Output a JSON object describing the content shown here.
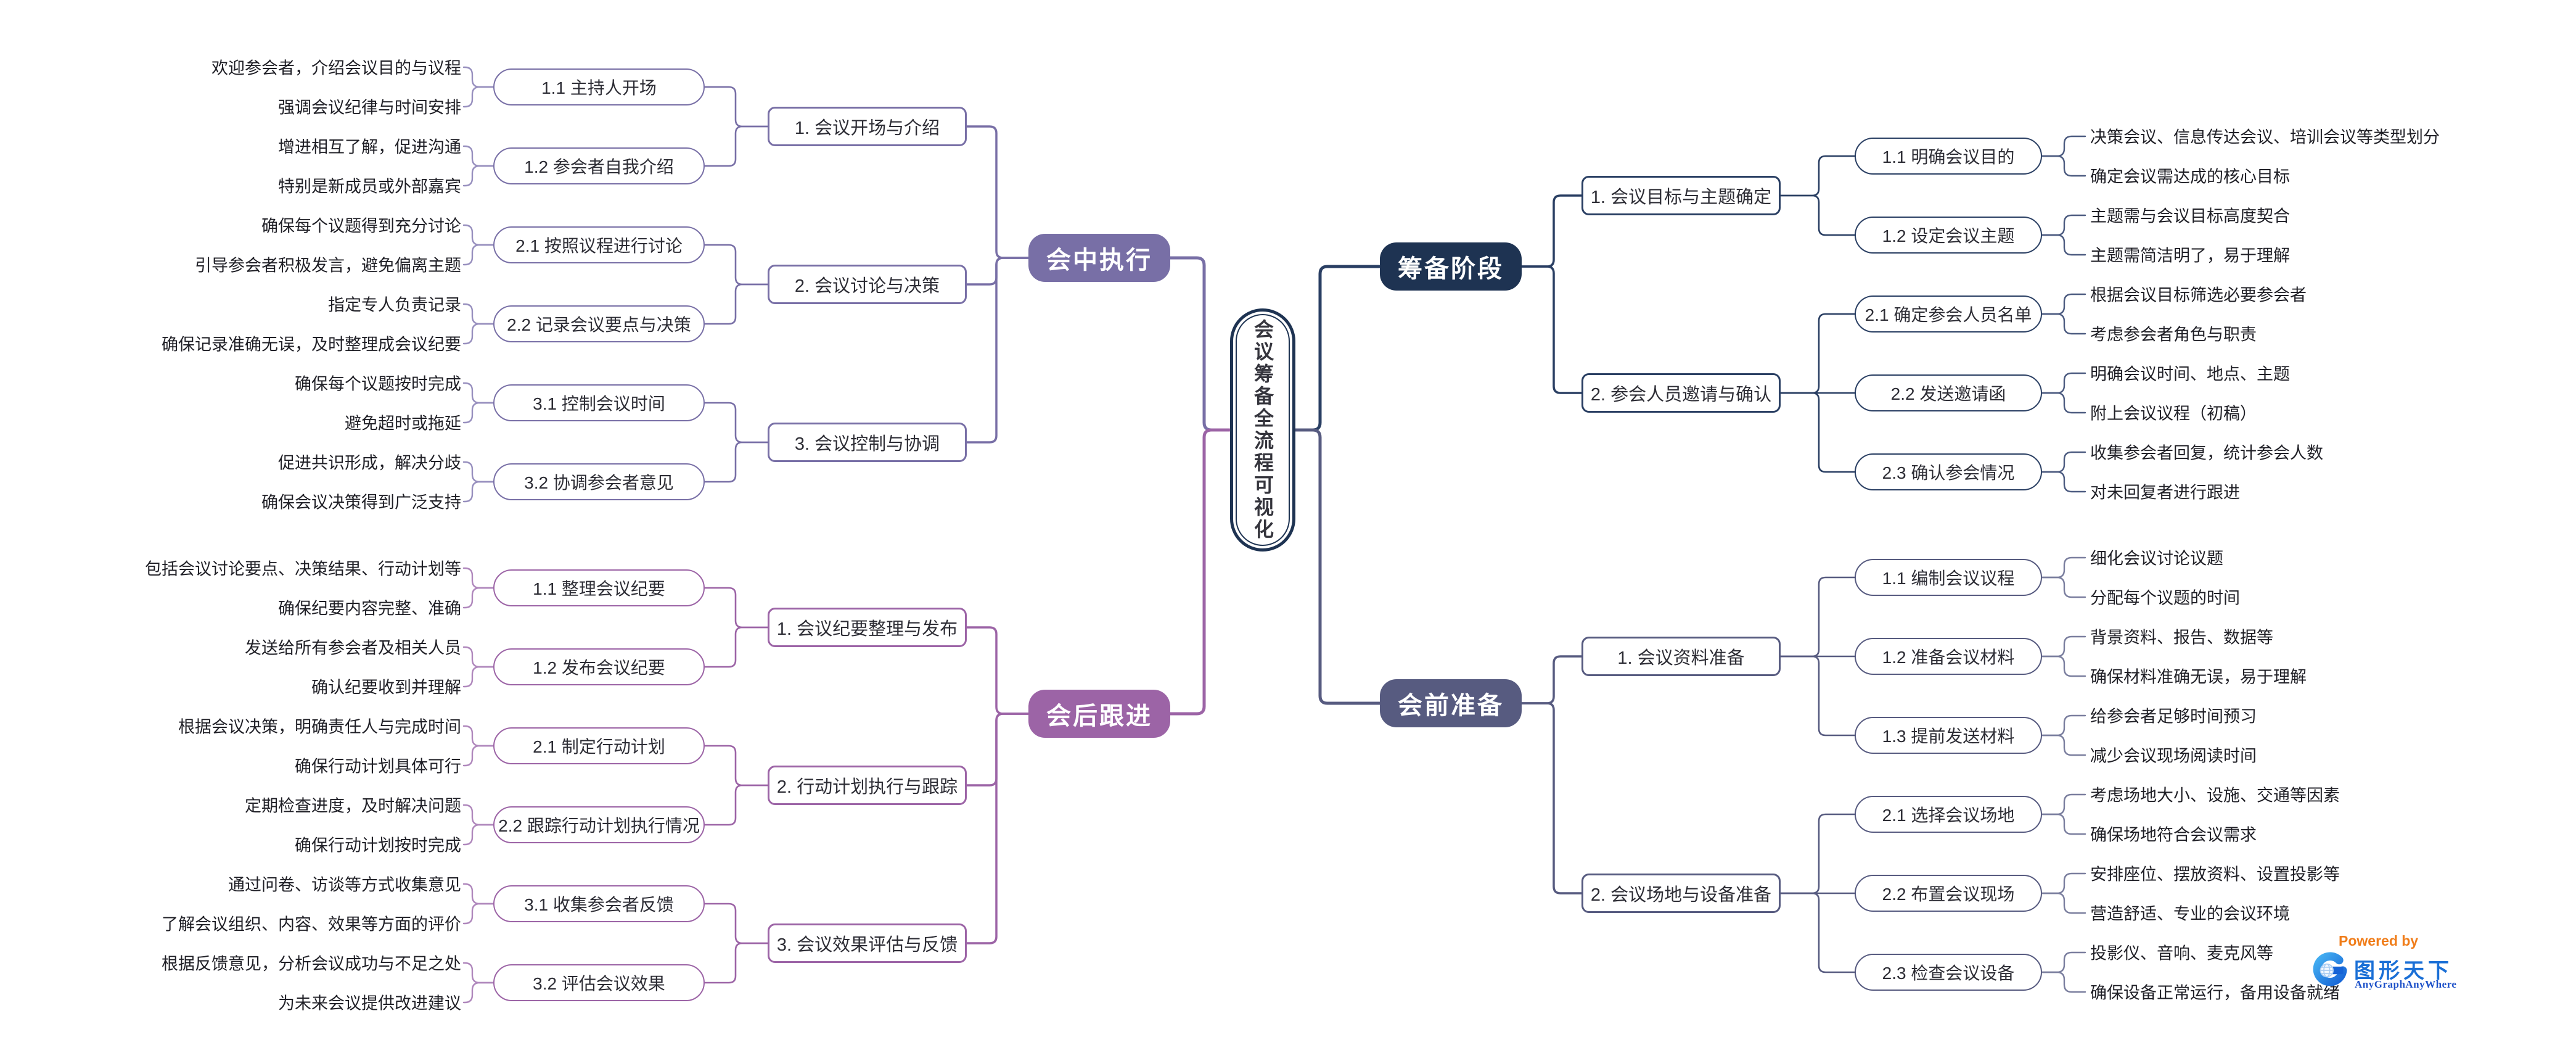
{
  "root": {
    "label": "会议筹备全流程可视化"
  },
  "branches": [
    {
      "id": "preparation-phase",
      "label": "筹备阶段",
      "side": "right",
      "colors": {
        "fill": "#1E3352",
        "line": "#2A3F63",
        "light": "#4C5B80"
      },
      "children": [
        {
          "label": "1. 会议目标与主题确定",
          "children": [
            {
              "label": "1.1 明确会议目的",
              "leaves": [
                "决策会议、信息传达会议、培训会议等类型划分",
                "确定会议需达成的核心目标"
              ]
            },
            {
              "label": "1.2 设定会议主题",
              "leaves": [
                "主题需与会议目标高度契合",
                "主题需简洁明了，易于理解"
              ]
            }
          ]
        },
        {
          "label": "2. 参会人员邀请与确认",
          "children": [
            {
              "label": "2.1 确定参会人员名单",
              "leaves": [
                "根据会议目标筛选必要参会者",
                "考虑参会者角色与职责"
              ]
            },
            {
              "label": "2.2 发送邀请函",
              "leaves": [
                "明确会议时间、地点、主题",
                "附上会议议程（初稿）"
              ]
            },
            {
              "label": "2.3 确认参会情况",
              "leaves": [
                "收集参会者回复，统计参会人数",
                "对未回复者进行跟进"
              ]
            }
          ]
        }
      ]
    },
    {
      "id": "pre-meeting-preparation",
      "label": "会前准备",
      "side": "right",
      "colors": {
        "fill": "#575B80",
        "line": "#575B80",
        "light": "#7A7E9E"
      },
      "children": [
        {
          "label": "1. 会议资料准备",
          "children": [
            {
              "label": "1.1 编制会议议程",
              "leaves": [
                "细化会议讨论议题",
                "分配每个议题的时间"
              ]
            },
            {
              "label": "1.2 准备会议材料",
              "leaves": [
                "背景资料、报告、数据等",
                "确保材料准确无误，易于理解"
              ]
            },
            {
              "label": "1.3 提前发送材料",
              "leaves": [
                "给参会者足够时间预习",
                "减少会议现场阅读时间"
              ]
            }
          ]
        },
        {
          "label": "2. 会议场地与设备准备",
          "children": [
            {
              "label": "2.1 选择会议场地",
              "leaves": [
                "考虑场地大小、设施、交通等因素",
                "确保场地符合会议需求"
              ]
            },
            {
              "label": "2.2 布置会议现场",
              "leaves": [
                "安排座位、摆放资料、设置投影等",
                "营造舒适、专业的会议环境"
              ]
            },
            {
              "label": "2.3 检查会议设备",
              "leaves": [
                "投影仪、音响、麦克风等",
                "确保设备正常运行，备用设备就绪"
              ]
            }
          ]
        }
      ]
    },
    {
      "id": "during-meeting-execution",
      "label": "会中执行",
      "side": "left",
      "colors": {
        "fill": "#786FA6",
        "line": "#786FA6",
        "light": "#978FBE"
      },
      "children": [
        {
          "label": "1. 会议开场与介绍",
          "children": [
            {
              "label": "1.1 主持人开场",
              "leaves": [
                "欢迎参会者，介绍会议目的与议程",
                "强调会议纪律与时间安排"
              ]
            },
            {
              "label": "1.2 参会者自我介绍",
              "leaves": [
                "增进相互了解，促进沟通",
                "特别是新成员或外部嘉宾"
              ]
            }
          ]
        },
        {
          "label": "2. 会议讨论与决策",
          "children": [
            {
              "label": "2.1 按照议程进行讨论",
              "leaves": [
                "确保每个议题得到充分讨论",
                "引导参会者积极发言，避免偏离主题"
              ]
            },
            {
              "label": "2.2 记录会议要点与决策",
              "leaves": [
                "指定专人负责记录",
                "确保记录准确无误，及时整理成会议纪要"
              ]
            }
          ]
        },
        {
          "label": "3. 会议控制与协调",
          "children": [
            {
              "label": "3.1 控制会议时间",
              "leaves": [
                "确保每个议题按时完成",
                "避免超时或拖延"
              ]
            },
            {
              "label": "3.2 协调参会者意见",
              "leaves": [
                "促进共识形成，解决分歧",
                "确保会议决策得到广泛支持"
              ]
            }
          ]
        }
      ]
    },
    {
      "id": "post-meeting-followup",
      "label": "会后跟进",
      "side": "left",
      "colors": {
        "fill": "#9C64A6",
        "line": "#9C64A6",
        "light": "#AF87BC"
      },
      "children": [
        {
          "label": "1. 会议纪要整理与发布",
          "children": [
            {
              "label": "1.1 整理会议纪要",
              "leaves": [
                "包括会议讨论要点、决策结果、行动计划等",
                "确保纪要内容完整、准确"
              ]
            },
            {
              "label": "1.2 发布会议纪要",
              "leaves": [
                "发送给所有参会者及相关人员",
                "确认纪要收到并理解"
              ]
            }
          ]
        },
        {
          "label": "2. 行动计划执行与跟踪",
          "children": [
            {
              "label": "2.1 制定行动计划",
              "leaves": [
                "根据会议决策，明确责任人与完成时间",
                "确保行动计划具体可行"
              ]
            },
            {
              "label": "2.2 跟踪行动计划执行情况",
              "leaves": [
                "定期检查进度，及时解决问题",
                "确保行动计划按时完成"
              ]
            }
          ]
        },
        {
          "label": "3. 会议效果评估与反馈",
          "children": [
            {
              "label": "3.1 收集参会者反馈",
              "leaves": [
                "通过问卷、访谈等方式收集意见",
                "了解会议组织、内容、效果等方面的评价"
              ]
            },
            {
              "label": "3.2 评估会议效果",
              "leaves": [
                "根据反馈意见，分析会议成功与不足之处",
                "为未来会议提供改进建议"
              ]
            }
          ]
        }
      ]
    }
  ],
  "footer": {
    "powered_by": "Powered by",
    "brand": "图形天下",
    "brand_sub": "AnyGraphAnyWhere",
    "logo_icon": "graph-logo-icon",
    "accent_orange": "#F07D1A",
    "brand_blue": "#1A6FD6"
  }
}
